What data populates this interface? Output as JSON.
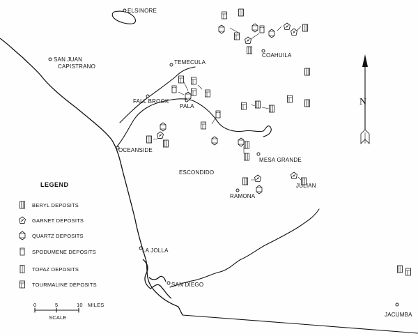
{
  "places": {
    "elsinore": "ELSINORE",
    "san_juan_line1": "SAN JUAN",
    "san_juan_line2": "CAPISTRANO",
    "temecula": "TEMECULA",
    "coahuila": "COAHUILA",
    "fall_brook": "FALL BROOK",
    "pala": "PALA",
    "oceanside": "OCEANSIDE",
    "mesa_grande": "MESA GRANDE",
    "escondido": "ESCONDIDO",
    "julian": "JULIAN",
    "ramona": "RAMONA",
    "la_jolla": "LA JOLLA",
    "san_diego": "SAN DIEGO",
    "jacumba": "JACUMBA"
  },
  "north_arrow": {
    "label": "N"
  },
  "legend": {
    "title": "LEGEND",
    "items": [
      {
        "label": "BERYL DEPOSITS",
        "icon": "beryl-icon"
      },
      {
        "label": "GARNET DEPOSITS",
        "icon": "garnet-icon"
      },
      {
        "label": "QUARTZ DEPOSITS",
        "icon": "quartz-icon"
      },
      {
        "label": "SPODUMENE DEPOSITS",
        "icon": "spodumene-icon"
      },
      {
        "label": "TOPAZ DEPOSITS",
        "icon": "topaz-icon"
      },
      {
        "label": "TOURMALINE DEPOSITS",
        "icon": "tourmaline-icon"
      }
    ]
  },
  "scale": {
    "ticks": [
      "0",
      "5",
      "10"
    ],
    "unit": "MILES",
    "caption": "SCALE"
  }
}
